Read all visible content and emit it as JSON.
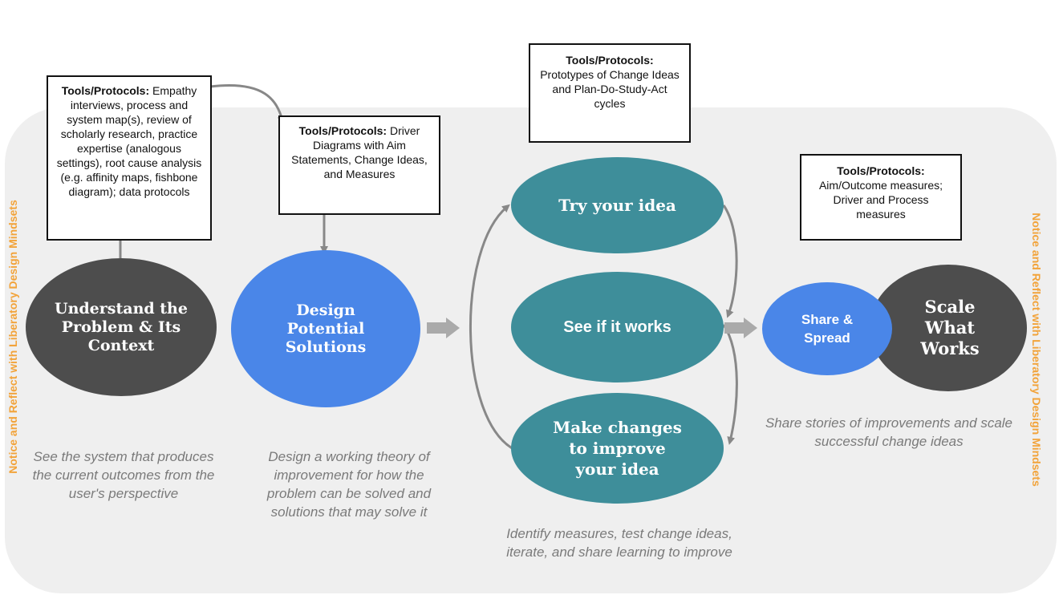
{
  "side_label_left": "Notice and Reflect with Liberatory Design Mindsets",
  "side_label_right": "Notice and Reflect with Liberatory Design Mindsets",
  "tools": {
    "understand": {
      "label": "Tools/Protocols:",
      "text": " Empathy interviews, process and system map(s), review of scholarly research, practice expertise (analogous settings), root cause analysis (e.g. affinity maps, fishbone diagram); data protocols"
    },
    "design": {
      "label": "Tools/Protocols:",
      "text": " Driver Diagrams with Aim Statements, Change Ideas, and Measures"
    },
    "try": {
      "label": "Tools/Protocols:",
      "text": "Prototypes of Change Ideas and Plan-Do-Study-Act cycles"
    },
    "scale": {
      "label": "Tools/Protocols:",
      "text": "Aim/Outcome measures; Driver and Process measures"
    }
  },
  "stages": {
    "understand": "Understand the Problem & Its Context",
    "design": "Design Potential Solutions",
    "try": "Try your idea",
    "see": "See if it works",
    "make": "Make changes to improve your idea",
    "share": "Share & Spread",
    "scale": "Scale What Works"
  },
  "captions": {
    "understand": "See the system that produces the current outcomes from the user's perspective",
    "design": "Design a working theory of improvement for how the problem can be solved and solutions that may solve it",
    "test": "Identify measures, test change ideas, iterate, and share learning to improve",
    "scale": "Share stories of improvements and scale successful change ideas"
  },
  "colors": {
    "dark": "#4d4d4d",
    "blue": "#4a86e8",
    "teal": "#3e8e9a",
    "accent_orange": "#f2a33a",
    "connector_gray": "#888888"
  }
}
